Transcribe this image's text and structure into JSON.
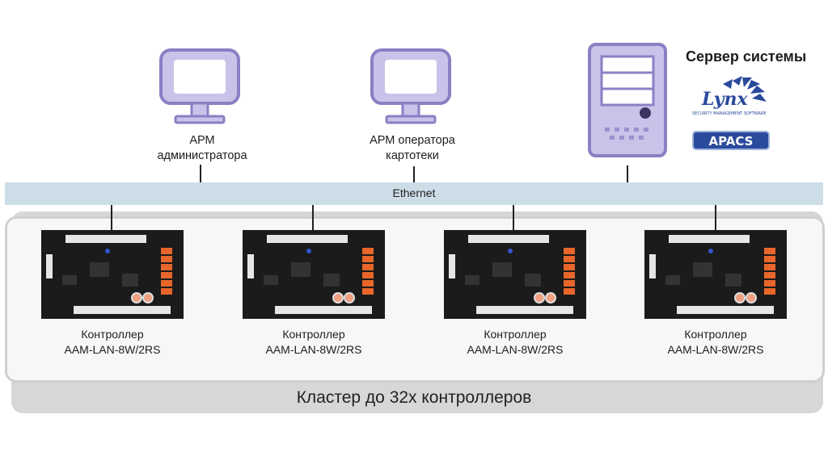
{
  "workstations": [
    {
      "label_line1": "АРМ",
      "label_line2": "администратора"
    },
    {
      "label_line1": "АРМ оператора",
      "label_line2": "картотеки"
    }
  ],
  "server": {
    "title": "Сервер системы",
    "logo_lynx": "Lynx",
    "logo_lynx_sub": "SECURITY MANAGEMENT SOFTWARE",
    "logo_apacs": "APACS"
  },
  "network": {
    "label": "Ethernet"
  },
  "controllers": [
    {
      "line1": "Контроллер",
      "line2": "AAM-LAN-8W/2RS"
    },
    {
      "line1": "Контроллер",
      "line2": "AAM-LAN-8W/2RS"
    },
    {
      "line1": "Контроллер",
      "line2": "AAM-LAN-8W/2RS"
    },
    {
      "line1": "Контроллер",
      "line2": "AAM-LAN-8W/2RS"
    }
  ],
  "cluster": {
    "label": "Кластер до 32х контроллеров"
  },
  "colors": {
    "device_fill": "#c9c3ea",
    "device_stroke": "#8a80c4",
    "ethernet_bar": "#cddde8",
    "pcb": "#1b1b1b",
    "relay": "#e8662a",
    "apacs_blue": "#2a4a9c"
  }
}
